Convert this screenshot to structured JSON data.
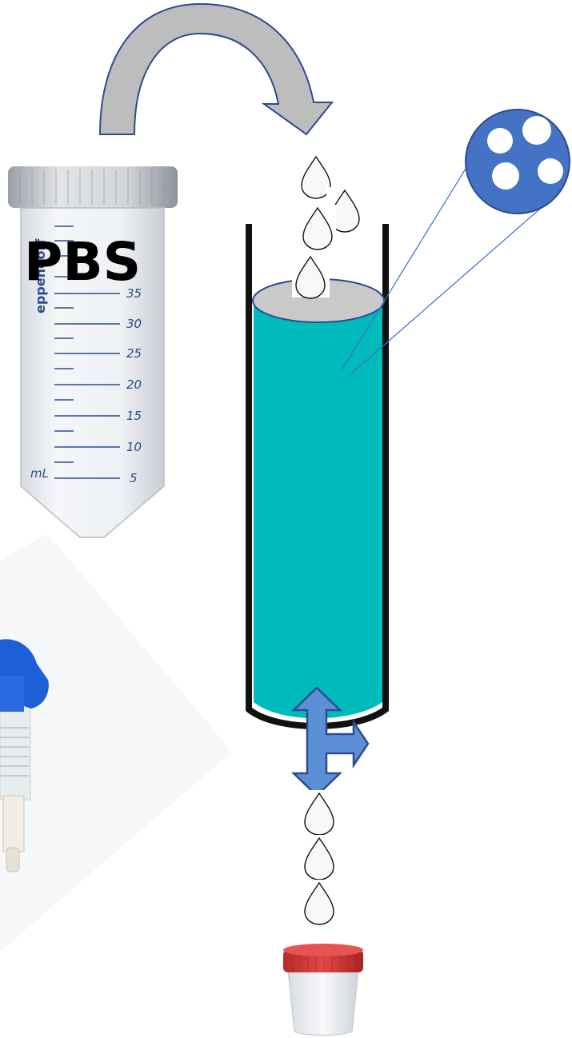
{
  "tube": {
    "label": "PBS",
    "brand": "eppendorf",
    "unit": "mL",
    "graduations": [
      "35",
      "30",
      "25",
      "20",
      "15",
      "10",
      "5"
    ],
    "partial_mark": "4"
  },
  "colors": {
    "column_fill": "#00bbbb",
    "column_top": "#c9c9c9",
    "arrow_fill": "#bdbdbd",
    "arrow_stroke": "#2f4a8f",
    "valve_fill": "#5b8fd6",
    "bead_fill": "#4472c4",
    "cap_red": "#d63a3a",
    "stopcock_blue": "#1e5fd8"
  },
  "icons": {
    "transfer": "curved-arrow-icon",
    "drop": "droplet-icon",
    "valve": "three-way-valve-icon",
    "bead": "porous-bead-icon",
    "stopcock": "stopcock-icon",
    "collection": "specimen-cup-icon"
  }
}
